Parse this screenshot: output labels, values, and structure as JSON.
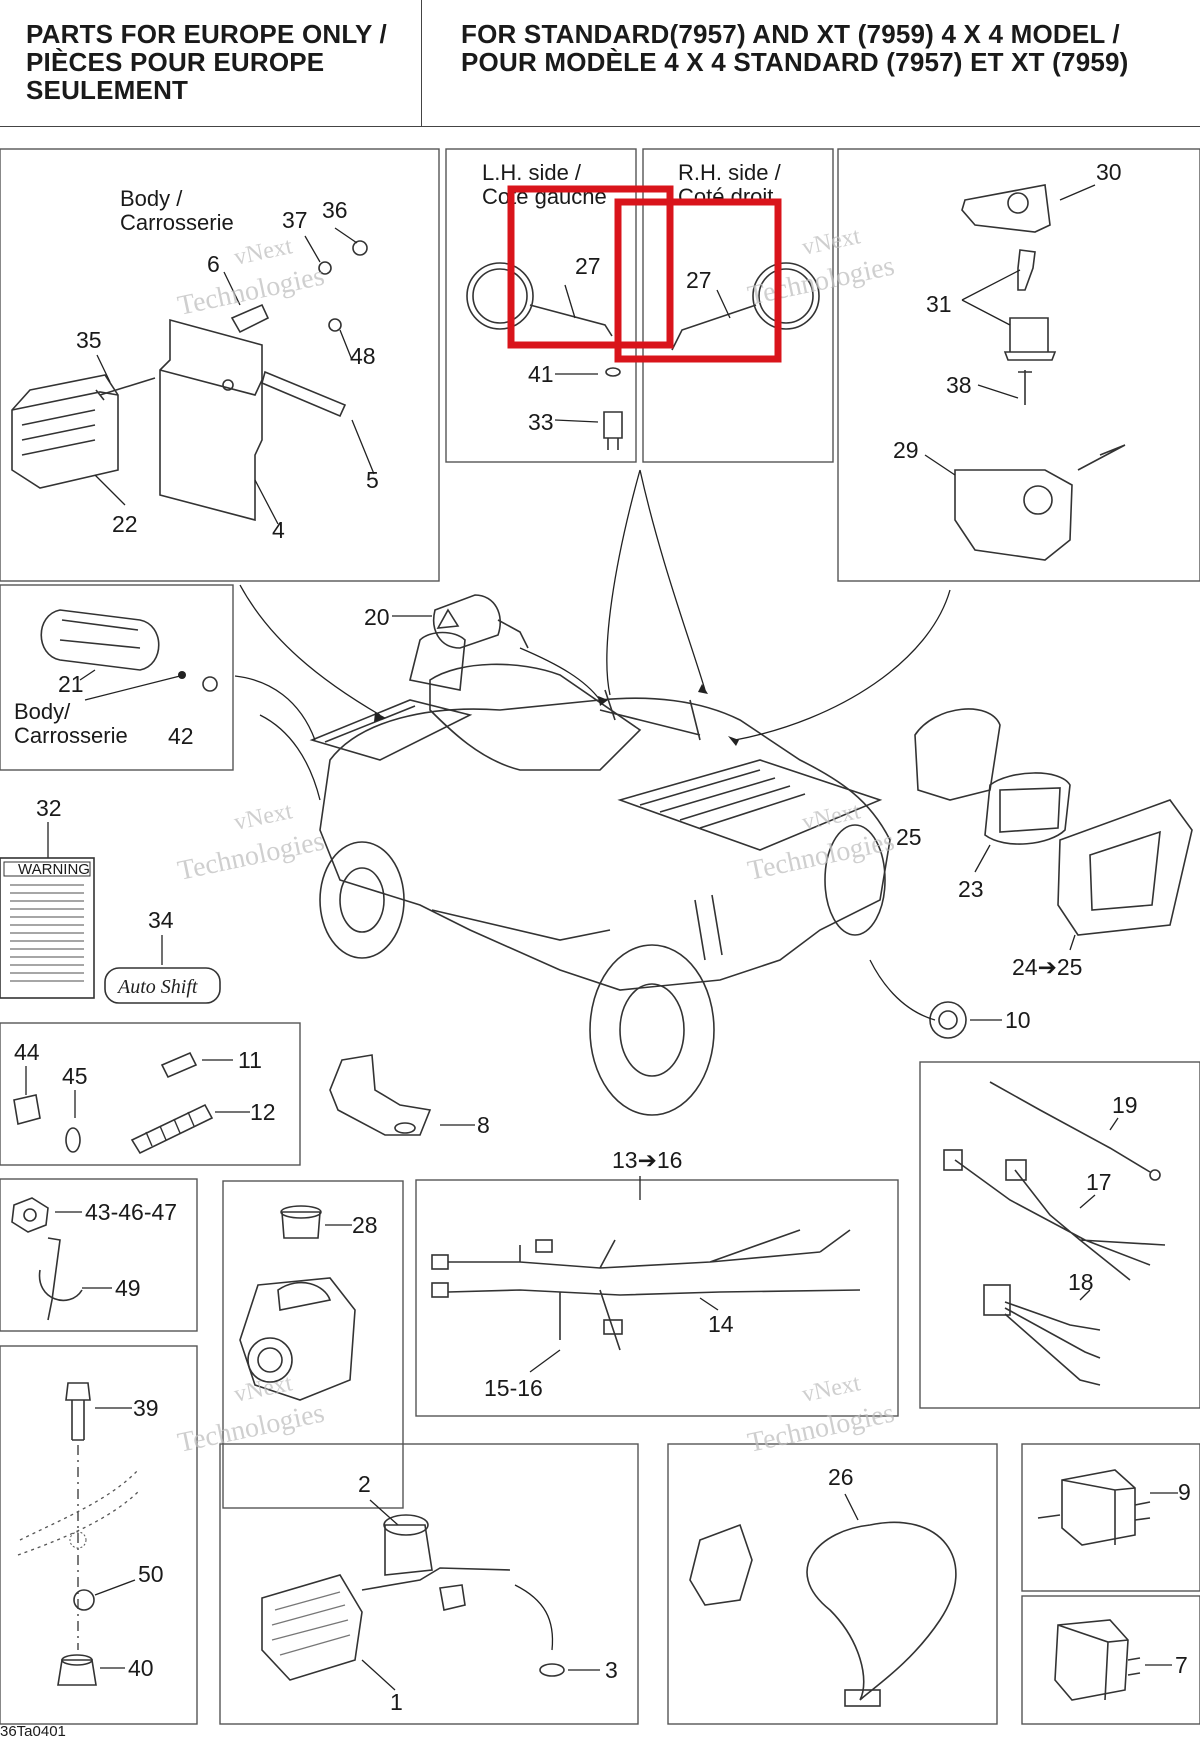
{
  "header": {
    "left_title": "PARTS FOR EUROPE ONLY / PIÈCES POUR EUROPE SEULEMENT",
    "right_title": "FOR STANDARD(7957) AND XT (7959) 4 X 4 MODEL / POUR MODÈLE 4 X 4 STANDARD (7957) ET XT (7959)"
  },
  "side_labels": {
    "lh": "L.H. side /",
    "lh_fr": "Coté gauche",
    "rh": "R.H. side /",
    "rh_fr": "Coté droit",
    "body_1": "Body /",
    "body_1_fr": "Carrosserie",
    "body_2": "Body/",
    "body_2_fr": "Carrosserie"
  },
  "callouts": {
    "c1": "1",
    "c2": "2",
    "c3": "3",
    "c4": "4",
    "c5": "5",
    "c6": "6",
    "c7": "7",
    "c8": "8",
    "c9": "9",
    "c10": "10",
    "c11": "11",
    "c12": "12",
    "c13_16": "13➔16",
    "c14": "14",
    "c15_16": "15-16",
    "c17": "17",
    "c18": "18",
    "c19": "19",
    "c20": "20",
    "c21": "21",
    "c22": "22",
    "c23": "23",
    "c24_25": "24➔25",
    "c25": "25",
    "c26": "26",
    "c27_left": "27",
    "c27_right": "27",
    "c28": "28",
    "c29": "29",
    "c30": "30",
    "c31": "31",
    "c32": "32",
    "c33": "33",
    "c34": "34",
    "c35": "35",
    "c36": "36",
    "c37": "37",
    "c38": "38",
    "c39": "39",
    "c40": "40",
    "c41": "41",
    "c42": "42",
    "c43_46_47": "43-46-47",
    "c44": "44",
    "c45": "45",
    "c48": "48",
    "c49": "49",
    "c50": "50"
  },
  "watermark": {
    "line1": "vNext",
    "line2": "Technologies"
  },
  "decal_warning": "WARNING",
  "decal_autoshift": "Auto Shift",
  "drawing_code": "36Ta0401",
  "colors": {
    "highlight": "#d9141b",
    "line": "#333333",
    "watermark": "#bfbfbf"
  }
}
